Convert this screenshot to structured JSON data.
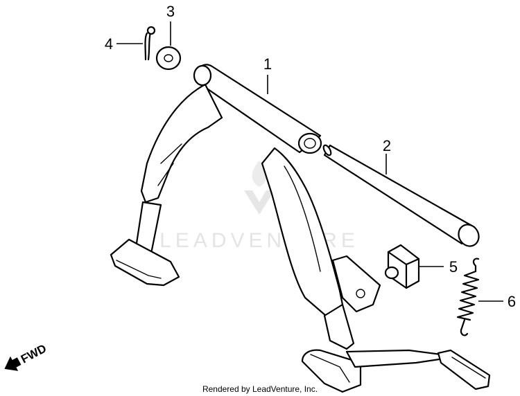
{
  "watermark": {
    "brand": "LEADVENTURE"
  },
  "callouts": [
    {
      "number": "1"
    },
    {
      "number": "2"
    },
    {
      "number": "3"
    },
    {
      "number": "4"
    },
    {
      "number": "5"
    },
    {
      "number": "6"
    }
  ],
  "direction_indicator": {
    "label": "FWD"
  },
  "footer": {
    "credit": "Rendered by LeadVenture, Inc."
  }
}
